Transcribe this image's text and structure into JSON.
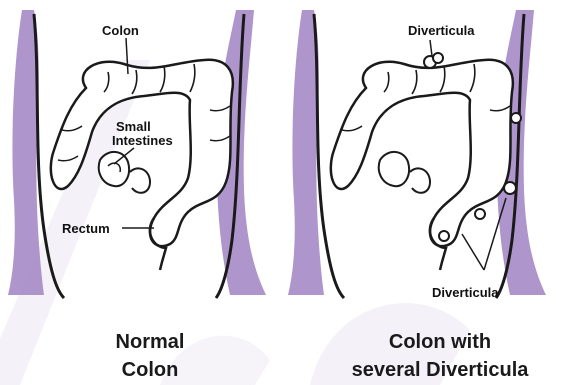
{
  "figure": {
    "left_panel": {
      "labels": {
        "colon": "Colon",
        "small_intestines_line1": "Small",
        "small_intestines_line2": "Intestines",
        "rectum": "Rectum"
      },
      "caption": {
        "line1": "Normal",
        "line2": "Colon"
      }
    },
    "right_panel": {
      "labels": {
        "diverticula_top": "Diverticula",
        "diverticula_bottom": "Diverticula"
      },
      "caption": {
        "line1": "Colon with",
        "line2": "several Diverticula"
      }
    },
    "colors": {
      "body_shade": "#a58bc7",
      "outline": "#1a1a1a",
      "watermark": "#f1edf6"
    }
  }
}
